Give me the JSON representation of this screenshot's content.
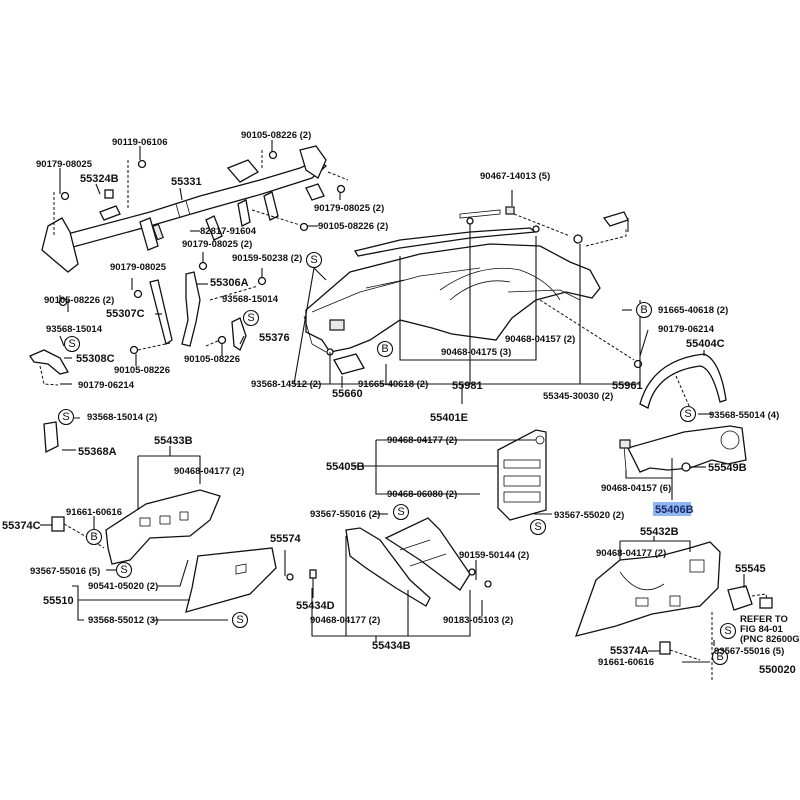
{
  "diagram": {
    "title": "Instrument panel parts diagram",
    "figure_code": "550020",
    "highlight_color": "#8fb7ef",
    "highlighted_part": "55406B",
    "symbols": {
      "S": "S",
      "B": "B"
    },
    "labels": {
      "l_90119_06106": "90119-06106",
      "l_90179_08025_a": "90179-08025",
      "l_55324B": "55324B",
      "l_55331": "55331",
      "l_90105_08226_2_top": "90105-08226 (2)",
      "l_90179_08025_2_a": "90179-08025 (2)",
      "l_90105_08226_2_mid": "90105-08226 (2)",
      "l_82817_91604": "82817-91604",
      "l_90179_08025_2_b": "90179-08025 (2)",
      "l_90179_08025_b": "90179-08025",
      "l_90159_50238_2": "90159-50238 (2)",
      "l_55306A": "55306A",
      "l_93568_15014_a": "93568-15014",
      "l_90105_08226_2_left": "90105-08226 (2)",
      "l_55307C": "55307C",
      "l_55376": "55376",
      "l_93568_15014_b": "93568-15014",
      "l_55308C": "55308C",
      "l_90105_08226_a": "90105-08226",
      "l_90105_08226_b": "90105-08226",
      "l_90179_06214_a": "90179-06214",
      "l_90467_14013_5": "90467-14013 (5)",
      "l_91665_40618_2_r": "91665-40618 (2)",
      "l_90179_06214_b": "90179-06214",
      "l_90468_04157_2": "90468-04157 (2)",
      "l_90468_04175_3": "90468-04175 (3)",
      "l_55404C": "55404C",
      "l_93568_14512_2": "93568-14512 (2)",
      "l_91665_40618_2_l": "91665-40618 (2)",
      "l_55981": "55981",
      "l_55345_30030_2": "55345-30030 (2)",
      "l_55961": "55961",
      "l_55660": "55660",
      "l_55401E": "55401E",
      "l_93568_55014_4": "93568-55014 (4)",
      "l_93568_15014_2": "93568-15014 (2)",
      "l_55368A": "55368A",
      "l_55433B": "55433B",
      "l_90468_04177_2_a": "90468-04177 (2)",
      "l_55405B": "55405B",
      "l_90468_04177_2_b": "90468-04177 (2)",
      "l_90468_06080_2": "90468-06080 (2)",
      "l_55549B": "55549B",
      "l_90468_04157_6": "90468-04157 (6)",
      "l_55406B": "55406B",
      "l_91661_60616_a": "91661-60616",
      "l_55374C": "55374C",
      "l_93567_55016_2": "93567-55016 (2)",
      "l_93567_55020_2": "93567-55020 (2)",
      "l_55432B": "55432B",
      "l_90468_04177_2_c": "90468-04177 (2)",
      "l_93567_55016_5_a": "93567-55016 (5)",
      "l_90541_05020_2": "90541-05020 (2)",
      "l_55574": "55574",
      "l_90159_50144_2": "90159-50144 (2)",
      "l_55545": "55545",
      "l_55510": "55510",
      "l_93568_55012_3": "93568-55012 (3)",
      "l_55434D": "55434D",
      "l_90468_04177_2_d": "90468-04177 (2)",
      "l_90183_05103_2": "90183-05103 (2)",
      "l_55434B": "55434B",
      "l_refer_1": "REFER TO",
      "l_refer_2": "FIG 84-01",
      "l_refer_3": "(PNC 82600G)",
      "l_55374A": "55374A",
      "l_93567_55016_5_b": "93567-55016 (5)",
      "l_91661_60616_b": "91661-60616"
    }
  }
}
